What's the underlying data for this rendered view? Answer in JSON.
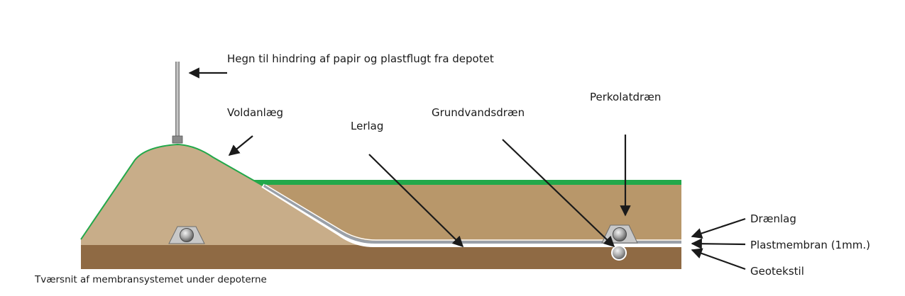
{
  "labels": {
    "fence": "Hegn til hindring af papir og plastflugt fra depotet",
    "embankment": "Voldanlæg",
    "clay_layer": "Lerlag",
    "groundwater_drain": "Grundvandsdræn",
    "percolate_drain": "Perkolatdræn",
    "drain_layer": "Drænlag",
    "plastic_membrane": "Plastmembran (1mm.)",
    "geotextile": "Geotekstil"
  },
  "caption": "Tværsnit af membransystemet under depoterne",
  "colors": {
    "embankment_fill": "#c8ad89",
    "clay_fill": "#b8976a",
    "subsoil_fill": "#8f6a44",
    "vegetation": "#22a84a",
    "membrane": "#9aa0a8",
    "pipe": "#c8c8c8",
    "text": "#1a1a1a"
  },
  "icons": {
    "drain_pipe": "drain-pipe-icon",
    "fence_post": "fence-post-icon"
  }
}
